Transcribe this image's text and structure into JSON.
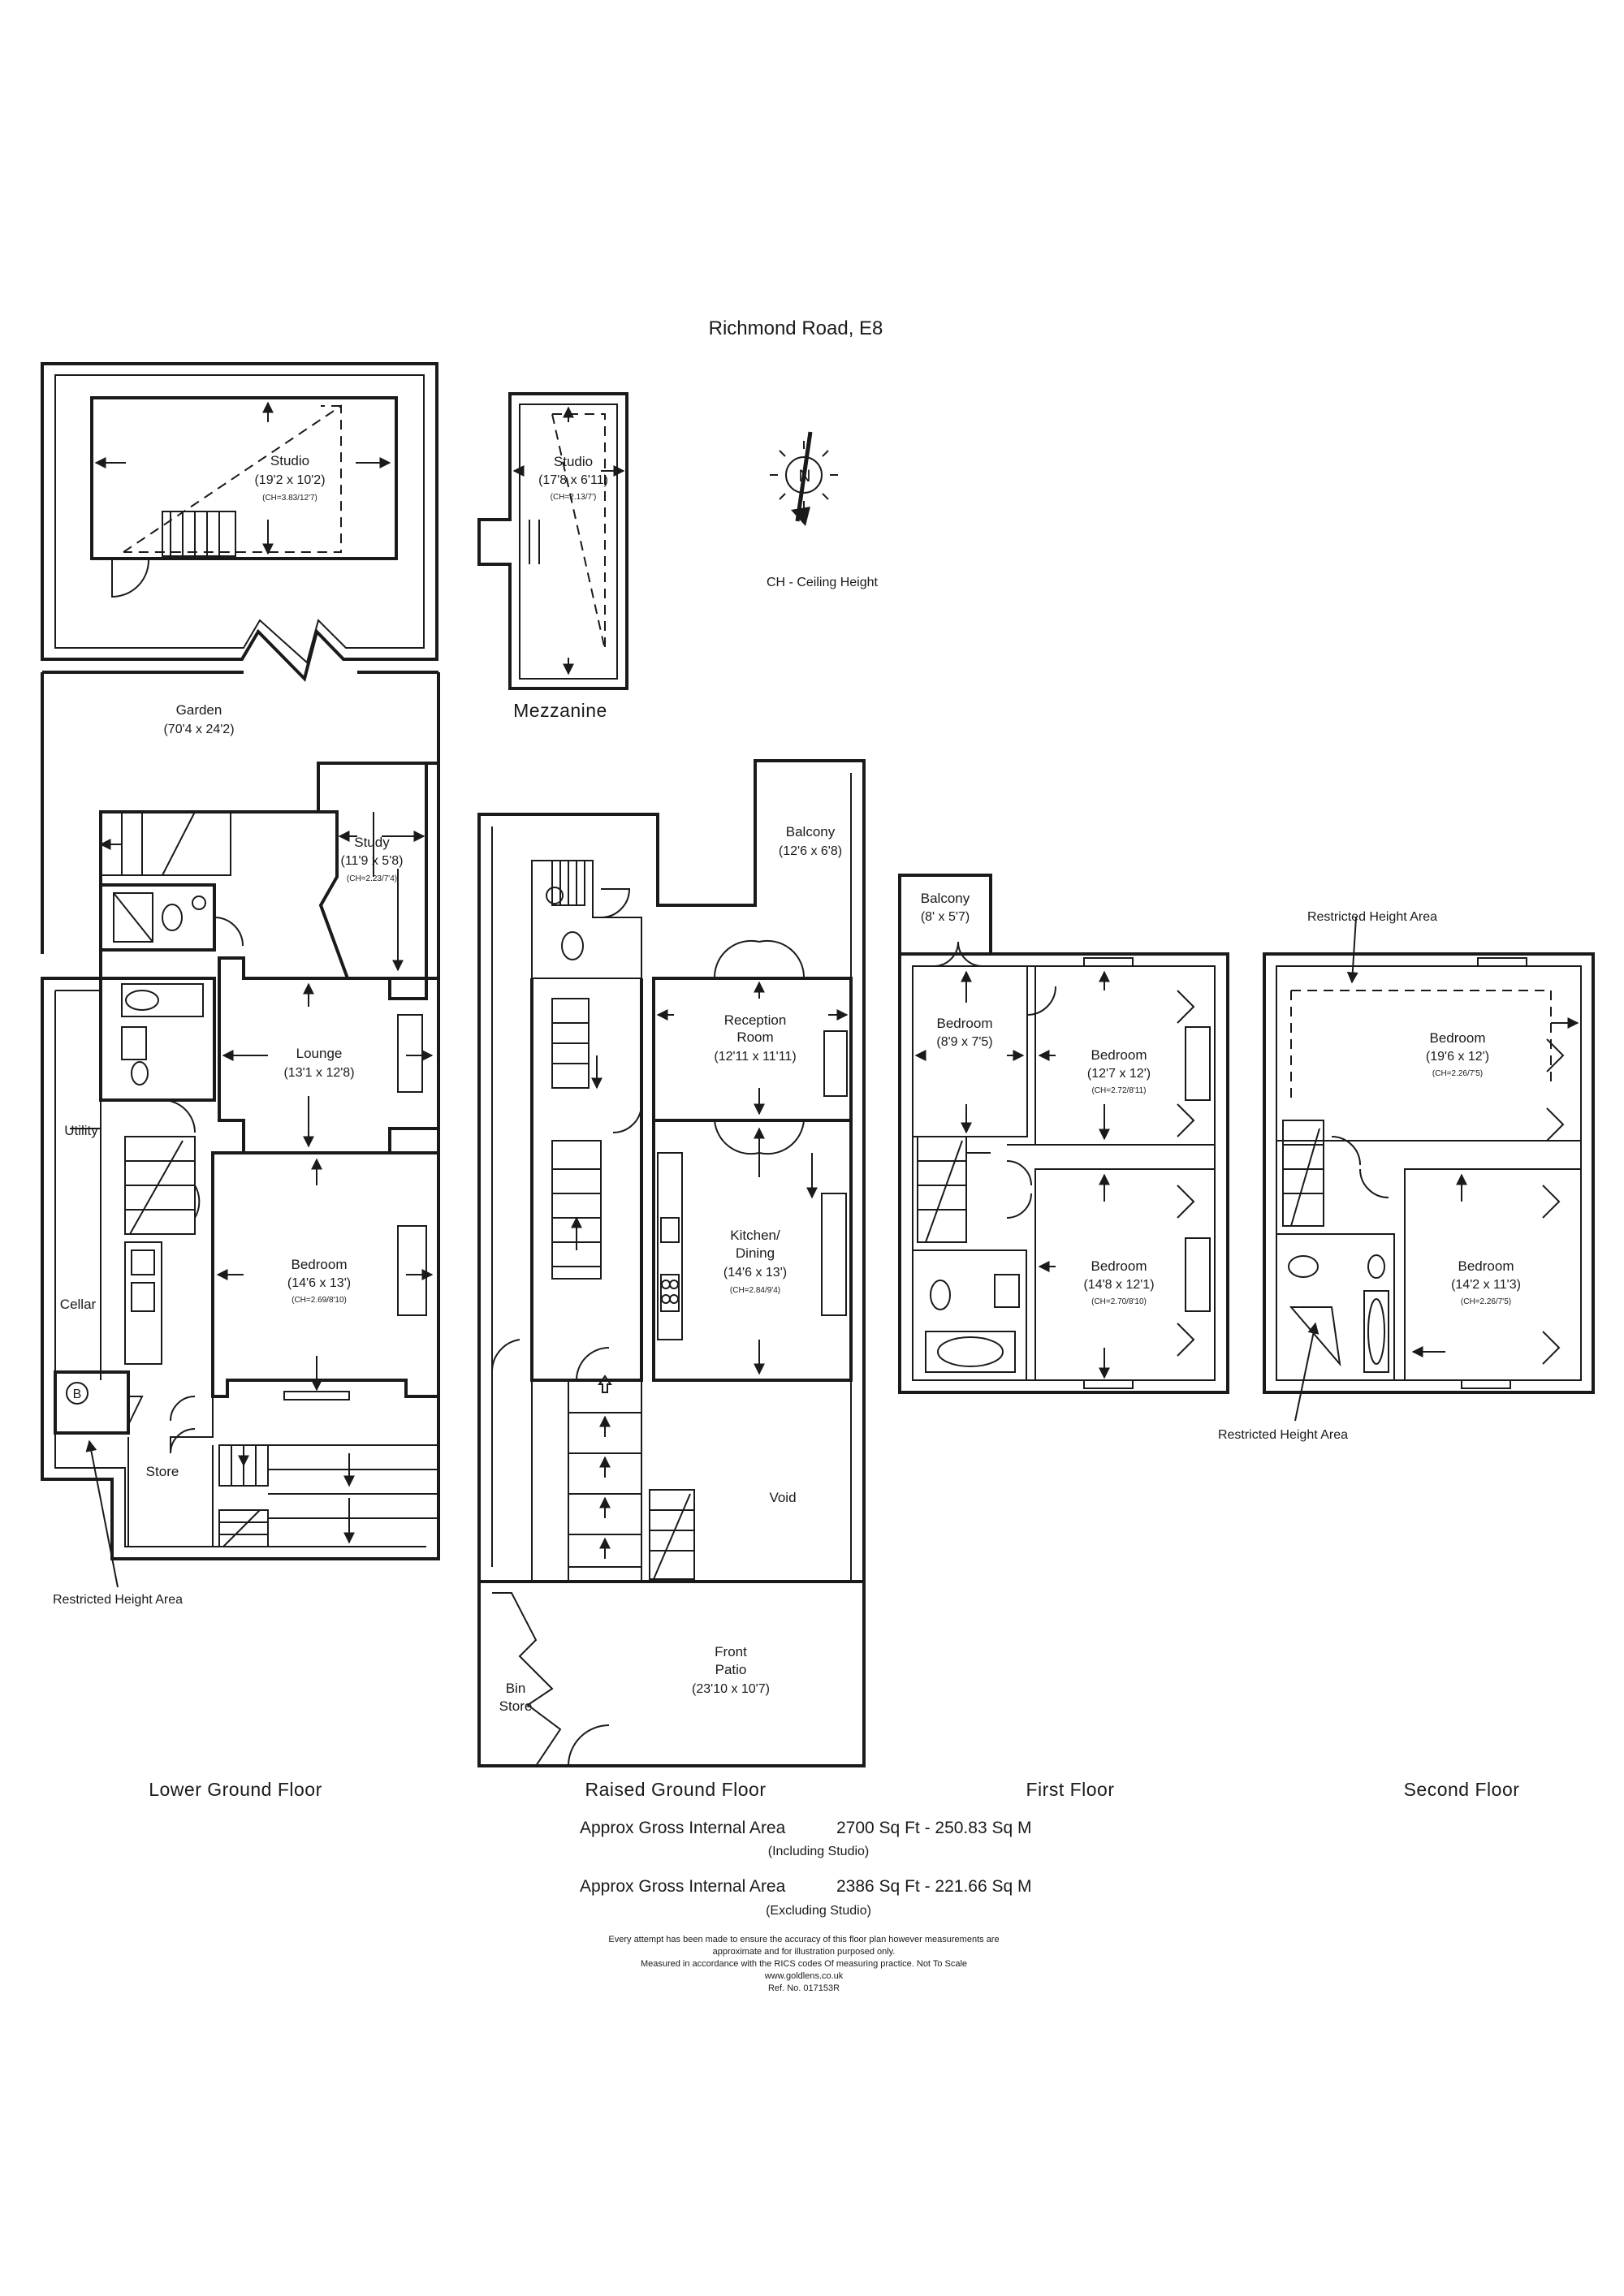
{
  "title": "Richmond Road, E8",
  "legend": "CH  -  Ceiling Height",
  "compass": "N",
  "rooms": {
    "studio_main": {
      "name": "Studio",
      "dim": "(19'2 x 10'2)",
      "ch": "(CH=3.83/12'7)"
    },
    "studio_mezz": {
      "name": "Studio",
      "dim": "(17'8 x 6'11)",
      "ch": "(CH=2.13/7')"
    },
    "garden": {
      "name": "Garden",
      "dim": "(70'4 x 24'2)"
    },
    "study": {
      "name": "Study",
      "dim": "(11'9 x 5'8)",
      "ch": "(CH=2.23/7'4)"
    },
    "lounge": {
      "name": "Lounge",
      "dim": "(13'1 x 12'8)"
    },
    "lg_bedroom": {
      "name": "Bedroom",
      "dim": "(14'6 x 13')",
      "ch": "(CH=2.69/8'10)"
    },
    "utility": {
      "name": "Utility"
    },
    "cellar": {
      "name": "Cellar"
    },
    "store": {
      "name": "Store"
    },
    "boiler": {
      "name": "B"
    },
    "balcony_rg": {
      "name": "Balcony",
      "dim": "(12'6 x 6'8)"
    },
    "reception": {
      "name": "Reception",
      "name2": "Room",
      "dim": "(12'11 x 11'11)"
    },
    "kitchen": {
      "name": "Kitchen/",
      "name2": "Dining",
      "dim": "(14'6 x 13')",
      "ch": "(CH=2.84/9'4)"
    },
    "void": {
      "name": "Void"
    },
    "patio": {
      "name": "Front",
      "name2": "Patio",
      "dim": "(23'10 x 10'7)"
    },
    "bin": {
      "name": "Bin",
      "name2": "Store"
    },
    "balcony_1": {
      "name": "Balcony",
      "dim": "(8' x 5'7)"
    },
    "f1_bed_small": {
      "name": "Bedroom",
      "dim": "(8'9 x 7'5)"
    },
    "f1_bed_a": {
      "name": "Bedroom",
      "dim": "(12'7 x 12')",
      "ch": "(CH=2.72/8'11)"
    },
    "f1_bed_b": {
      "name": "Bedroom",
      "dim": "(14'8 x 12'1)",
      "ch": "(CH=2.70/8'10)"
    },
    "f2_bed_a": {
      "name": "Bedroom",
      "dim": "(19'6 x 12')",
      "ch": "(CH=2.26/7'5)"
    },
    "f2_bed_b": {
      "name": "Bedroom",
      "dim": "(14'2 x 11'3)",
      "ch": "(CH=2.26/7'5)"
    }
  },
  "annotations": {
    "restricted_lg": "Restricted Height Area",
    "restricted_2_top": "Restricted Height Area",
    "restricted_2_bottom": "Restricted Height Area"
  },
  "floors": {
    "mezzanine": "Mezzanine",
    "lower_ground": "Lower Ground Floor",
    "raised_ground": "Raised Ground Floor",
    "first": "First Floor",
    "second": "Second Floor"
  },
  "area": {
    "incl_label": "Approx Gross Internal Area",
    "incl_value": "2700 Sq Ft  - 250.83 Sq M",
    "incl_note": "(Including Studio)",
    "excl_label": "Approx Gross Internal Area",
    "excl_value": "2386 Sq Ft  - 221.66 Sq M",
    "excl_note": "(Excluding Studio)"
  },
  "disclaimer": {
    "line1": "Every attempt has been made to ensure the accuracy of this floor plan however measurements are",
    "line2": "approximate and for illustration purposed only.",
    "line3": "Measured in accordance with the RICS codes Of measuring practice. Not To Scale",
    "line4": "www.goldlens.co.uk",
    "line5": "Ref. No. 017153R"
  }
}
